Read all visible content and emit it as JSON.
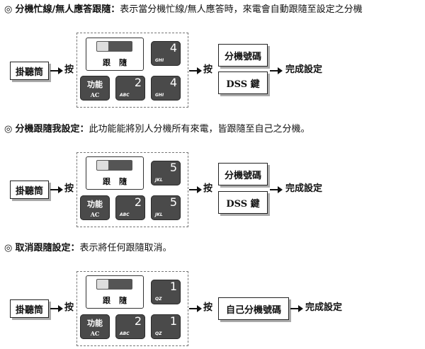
{
  "sections": [
    {
      "marker": "◎",
      "title": "分機忙線/無人應答跟隨：",
      "desc": "表示當分機忙線/無人應答時，來電會自動跟隨至設定之分機",
      "start_label": "掛聽筒",
      "press_label": "按",
      "display_label": "跟隨",
      "key_top": {
        "num": "4",
        "sub": "GHI"
      },
      "key_fn": {
        "line1": "功能",
        "line2": "AC"
      },
      "key_mid": {
        "num": "2",
        "sub": "ABC"
      },
      "key_right": {
        "num": "4",
        "sub": "GHI"
      },
      "press2_label": "按",
      "option1": "分機號碼",
      "option2": "DSS 鍵",
      "result": "完成設定"
    },
    {
      "marker": "◎",
      "title": "分機跟隨我設定：",
      "desc": "此功能能將別人分機所有來電，皆跟隨至自己之分機。",
      "start_label": "掛聽筒",
      "press_label": "按",
      "display_label": "跟隨",
      "key_top": {
        "num": "5",
        "sub": "JKL"
      },
      "key_fn": {
        "line1": "功能",
        "line2": "AC"
      },
      "key_mid": {
        "num": "2",
        "sub": "ABC"
      },
      "key_right": {
        "num": "5",
        "sub": "JKL"
      },
      "press2_label": "按",
      "option1": "分機號碼",
      "option2": "DSS 鍵",
      "result": "完成設定"
    },
    {
      "marker": "◎",
      "title": "取消跟隨設定：",
      "desc": "表示將任何跟隨取消。",
      "start_label": "掛聽筒",
      "press_label": "按",
      "display_label": "跟隨",
      "key_top": {
        "num": "1",
        "sub": "QZ"
      },
      "key_fn": {
        "line1": "功能",
        "line2": "AC"
      },
      "key_mid": {
        "num": "2",
        "sub": "ABC"
      },
      "key_right": {
        "num": "1",
        "sub": "QZ"
      },
      "press2_label": "按",
      "option1": "自己分機號碼",
      "result": "完成設定"
    }
  ]
}
